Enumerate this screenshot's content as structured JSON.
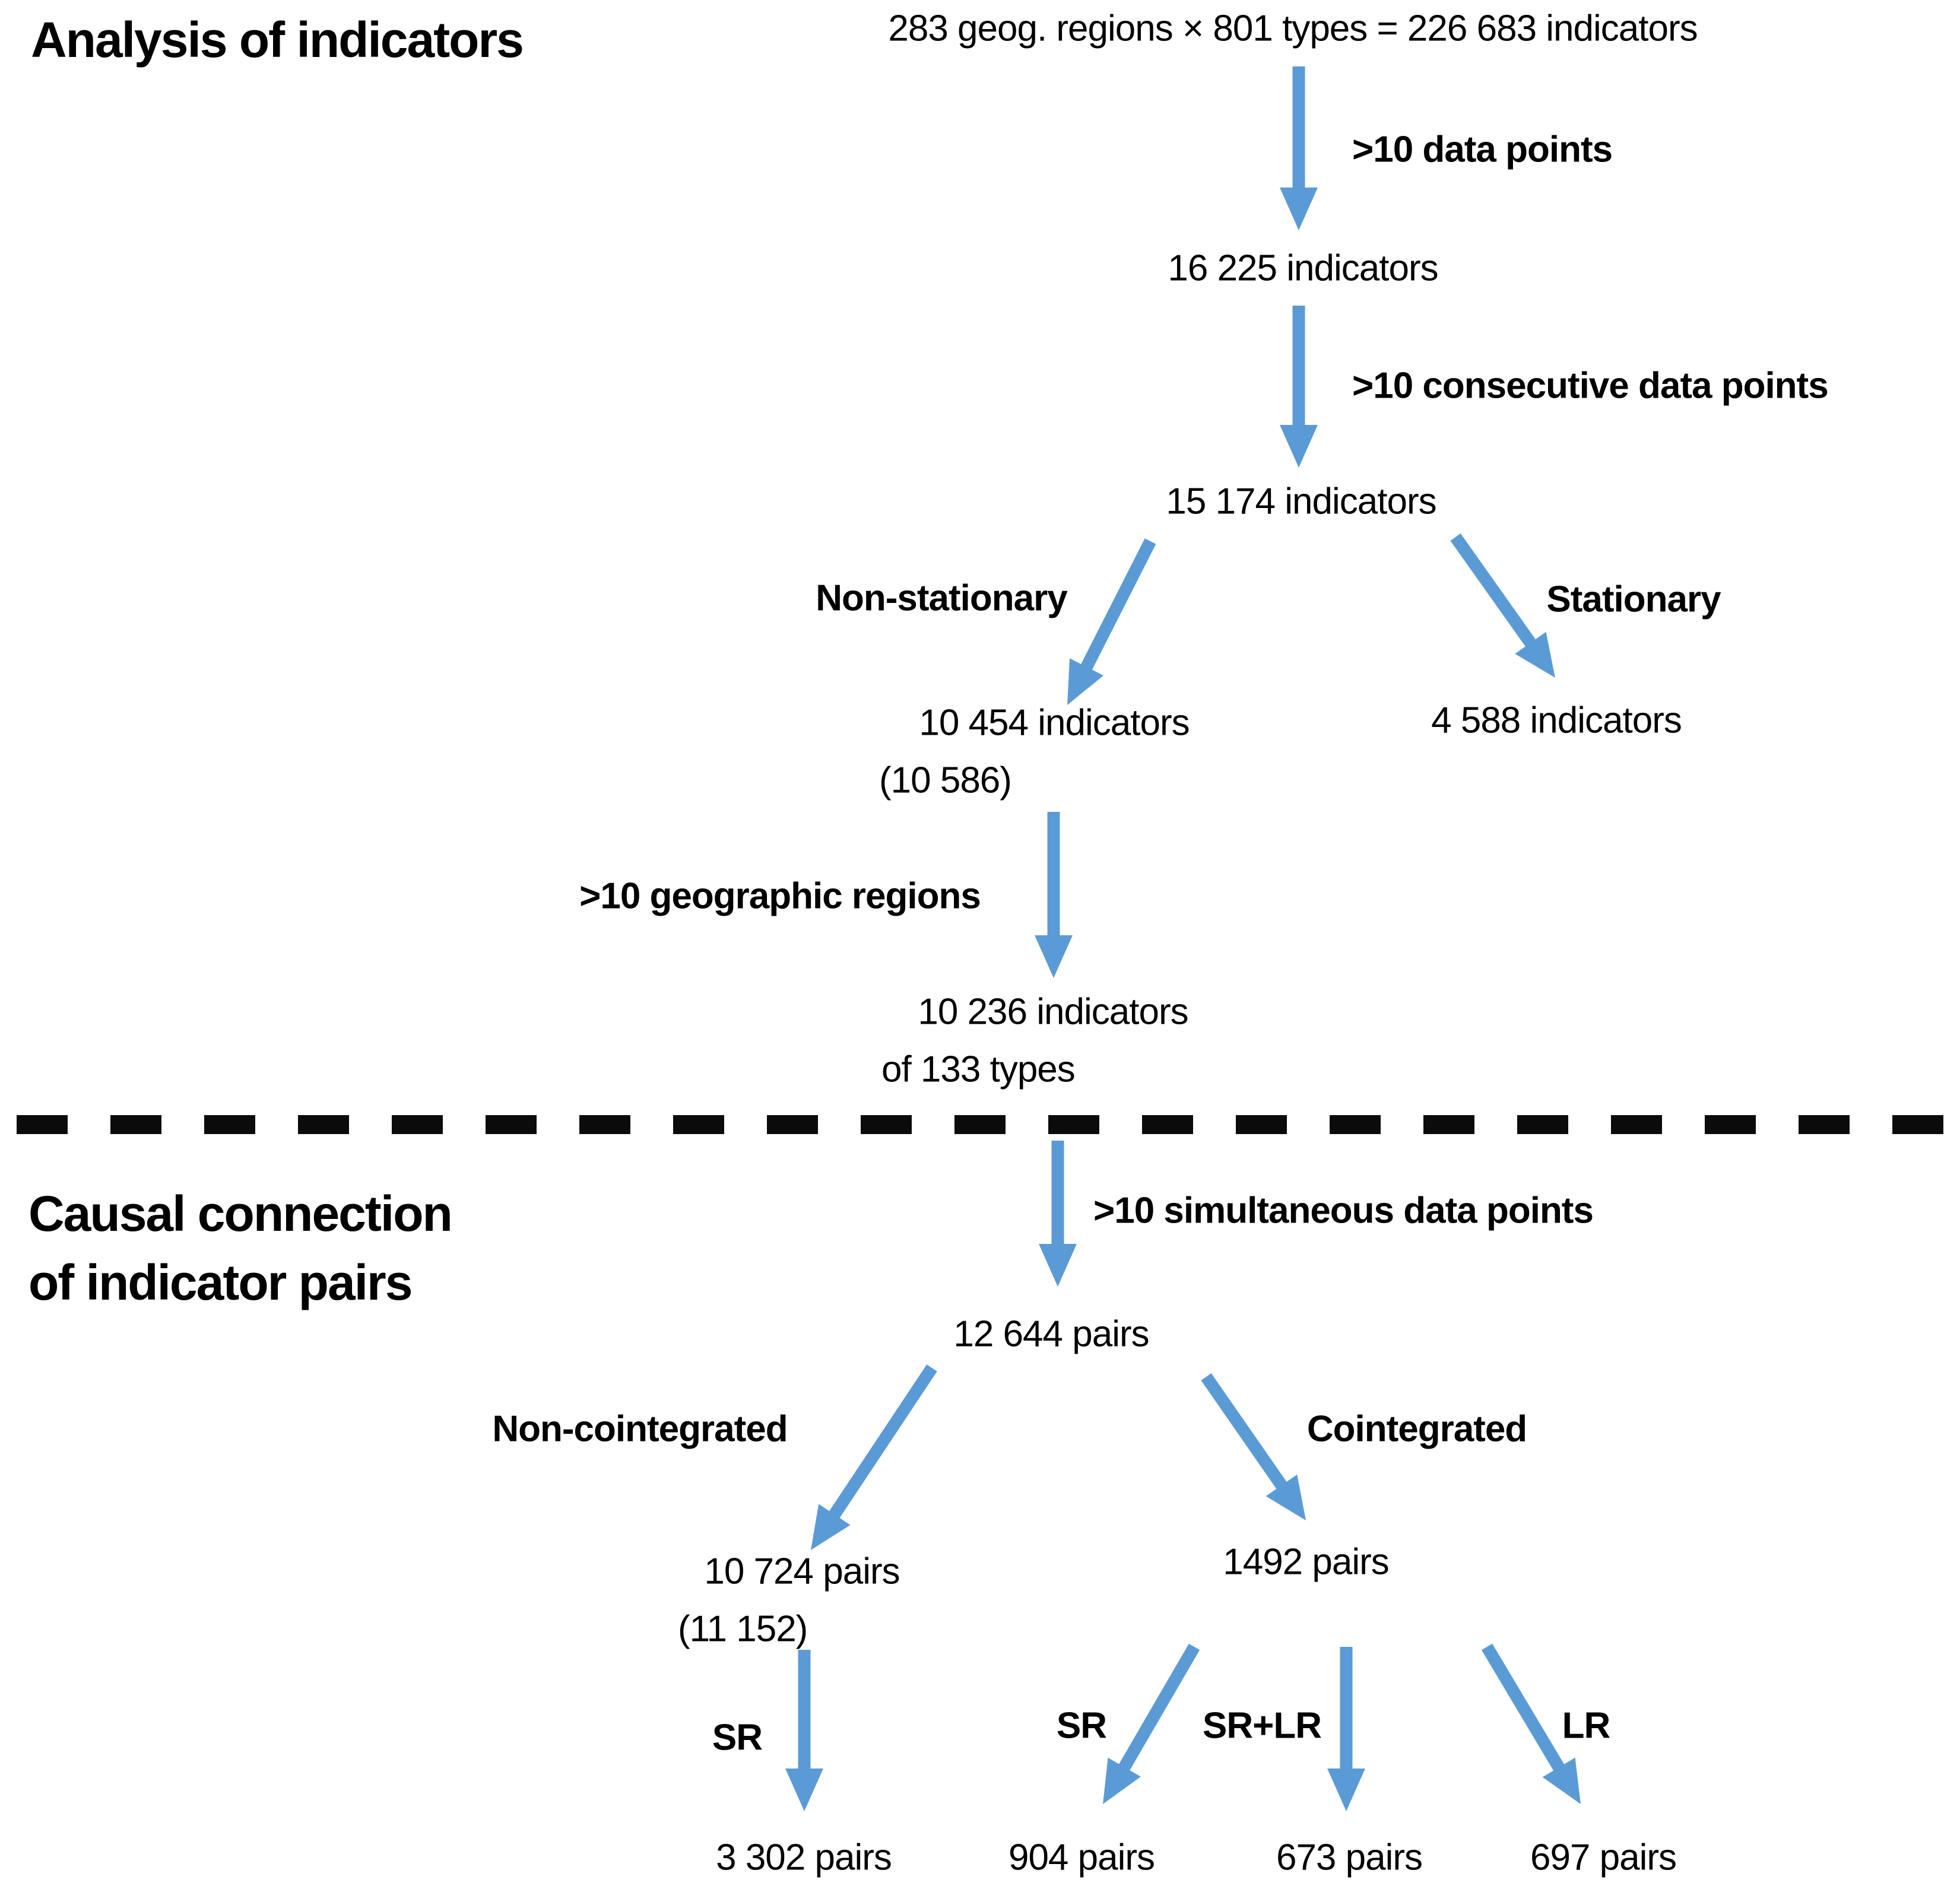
{
  "palette": {
    "arrow_blue": "#5B9BD5",
    "text_black": "#000000"
  },
  "section_indicators": {
    "title": "Analysis of indicators",
    "source_node": "283 geog. regions × 801 types = 226 683 indicators",
    "filter_data_points": ">10 data points",
    "node_16225": "16 225 indicators",
    "filter_consecutive": ">10 consecutive data points",
    "node_15174": "15 174 indicators",
    "label_non_stationary": "Non-stationary",
    "label_stationary": "Stationary",
    "node_10454": "10 454 indicators",
    "node_10454_alt": "(10 586)",
    "node_4588": "4 588 indicators",
    "filter_geographic": ">10 geographic regions",
    "node_10236_line1": "10 236 indicators",
    "node_10236_line2": "of 133 types"
  },
  "section_pairs": {
    "title_line1": "Causal connection",
    "title_line2": "of indicator pairs",
    "filter_simultaneous": ">10 simultaneous data points",
    "node_12644": "12 644 pairs",
    "label_non_cointegrated": "Non-cointegrated",
    "label_cointegrated": "Cointegrated",
    "node_10724": "10 724 pairs",
    "node_10724_alt": "(11 152)",
    "node_1492": "1492 pairs",
    "label_sr_non_cointegrated": "SR",
    "label_sr_cointegrated": "SR",
    "label_sr_lr": "SR+LR",
    "label_lr": "LR",
    "result_sr_non_cointegrated": "3 302 pairs",
    "result_sr_cointegrated": "904 pairs",
    "result_sr_lr": "673 pairs",
    "result_lr": "697 pairs"
  }
}
